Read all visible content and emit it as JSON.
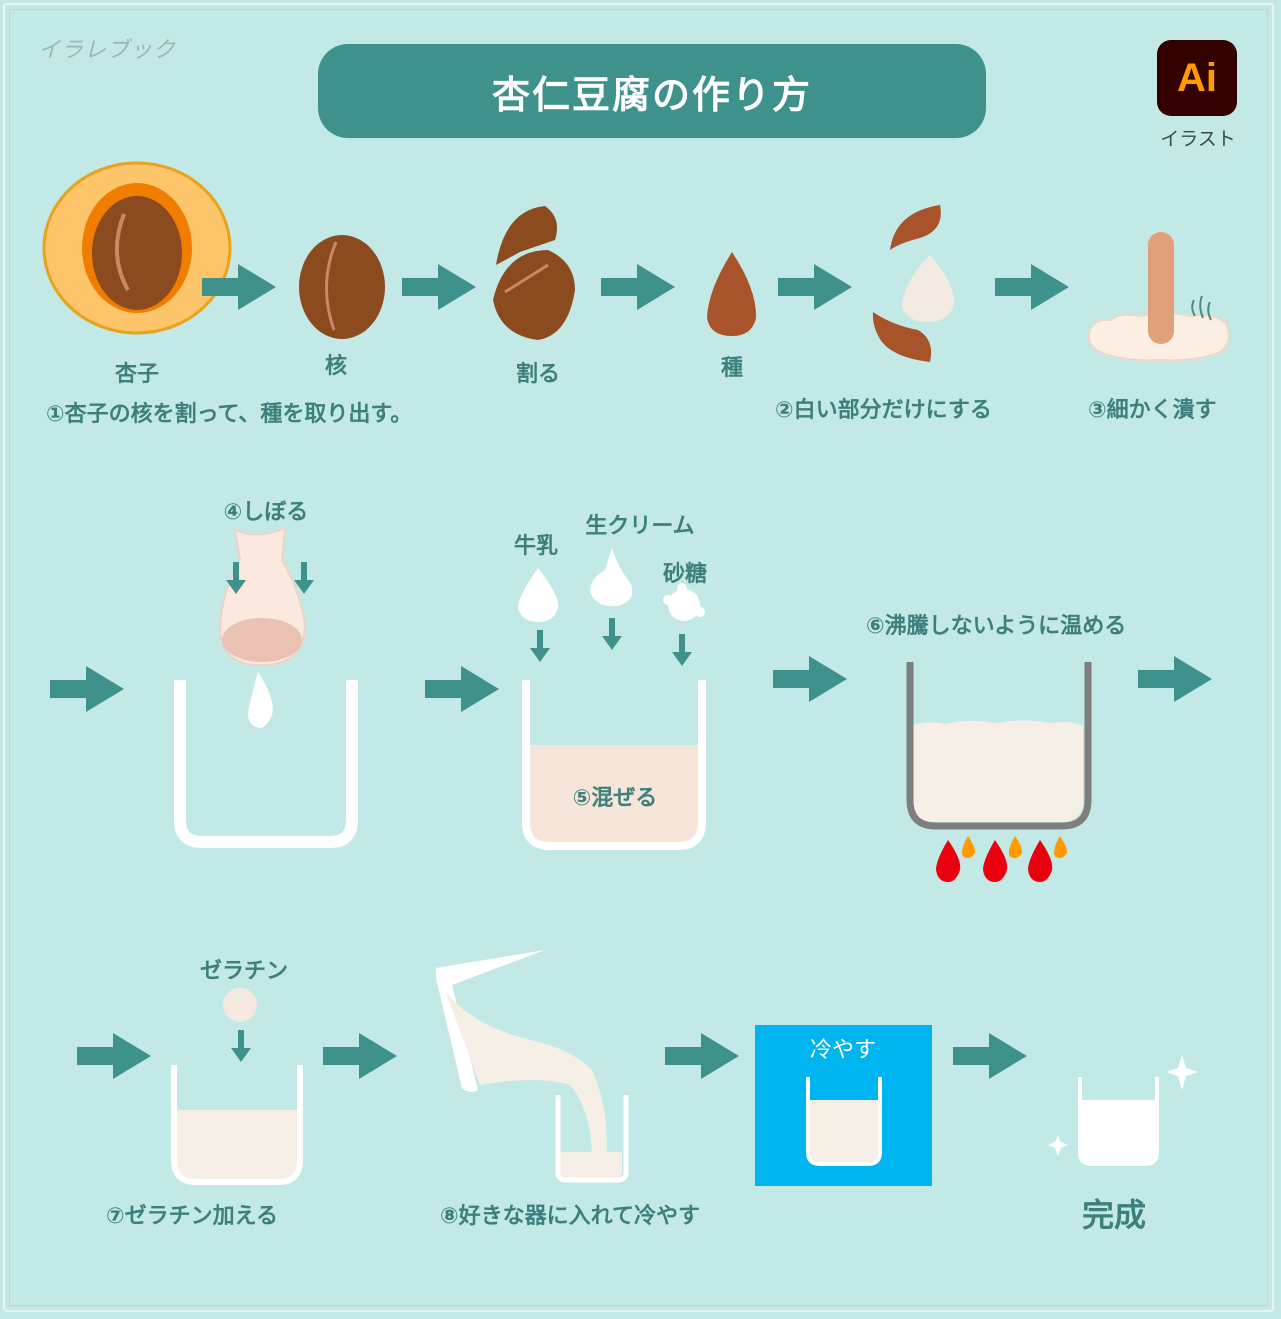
{
  "brand": "イラレブック",
  "title": "杏仁豆腐の作り方",
  "ai_badge": {
    "text": "Ai",
    "caption": "イラスト"
  },
  "row1": {
    "labels": {
      "anzu": "杏子",
      "kaku": "核",
      "waru": "割る",
      "tane": "種"
    },
    "step1": "①杏子の核を割って、種を取り出す。",
    "step2": "②白い部分だけにする",
    "step3": "③細かく潰す"
  },
  "row2": {
    "step4": "④しぼる",
    "ingredients": {
      "milk": "牛乳",
      "cream": "生クリーム",
      "sugar": "砂糖"
    },
    "step5": "⑤混ぜる",
    "step6": "⑥沸騰しないように温める"
  },
  "row3": {
    "gelatin": "ゼラチン",
    "step7": "⑦ゼラチン加える",
    "step8": "⑧好きな器に入れて冷やす",
    "cool_box": "冷やす",
    "final": "完成"
  },
  "colors": {
    "background": "#c3e9e7",
    "accent": "#3f918c",
    "label": "#3d7f7b",
    "cool_box": "#00b4f0",
    "flame": "#e8000e"
  }
}
